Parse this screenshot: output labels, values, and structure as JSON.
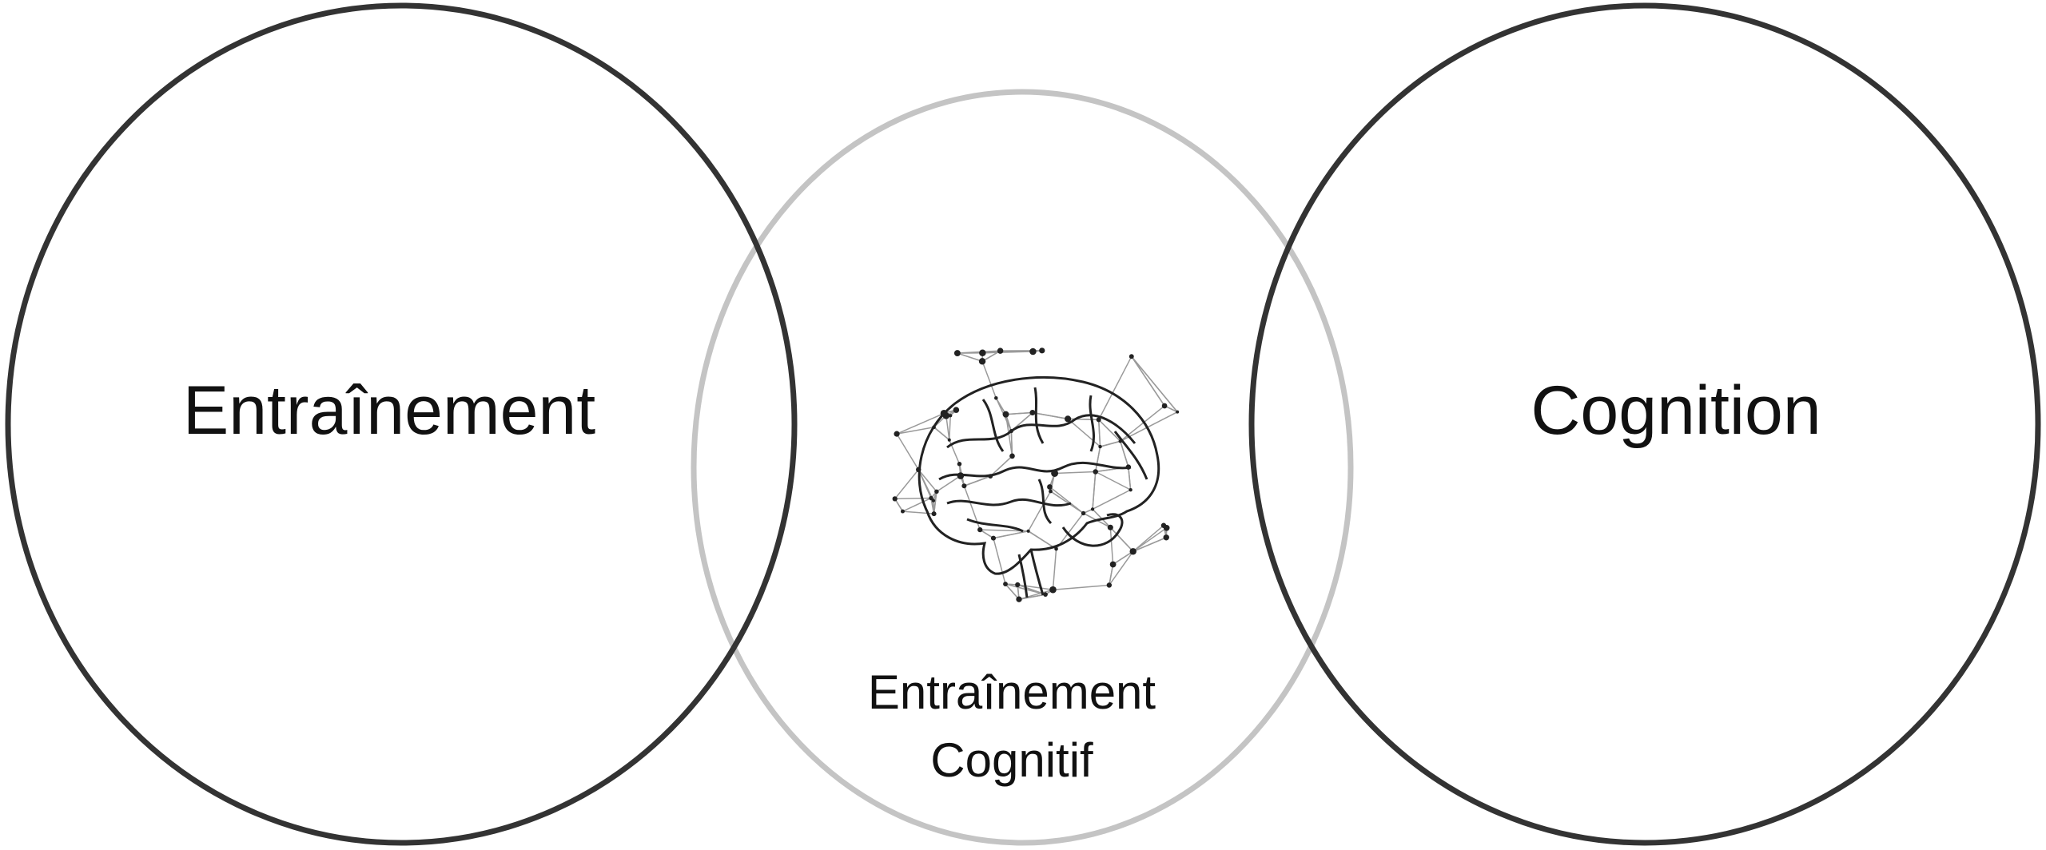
{
  "diagram": {
    "left_label": "Entraînement",
    "right_label": "Cognition",
    "center_label_line1": "Entraînement",
    "center_label_line2": "Cognitif",
    "center_image": "brain-network-icon",
    "colors": {
      "outer_circles": "#333333",
      "center_circle": "#c4c4c4",
      "text": "#111111",
      "brain": "#222222",
      "network": "#9a9a9a"
    }
  }
}
